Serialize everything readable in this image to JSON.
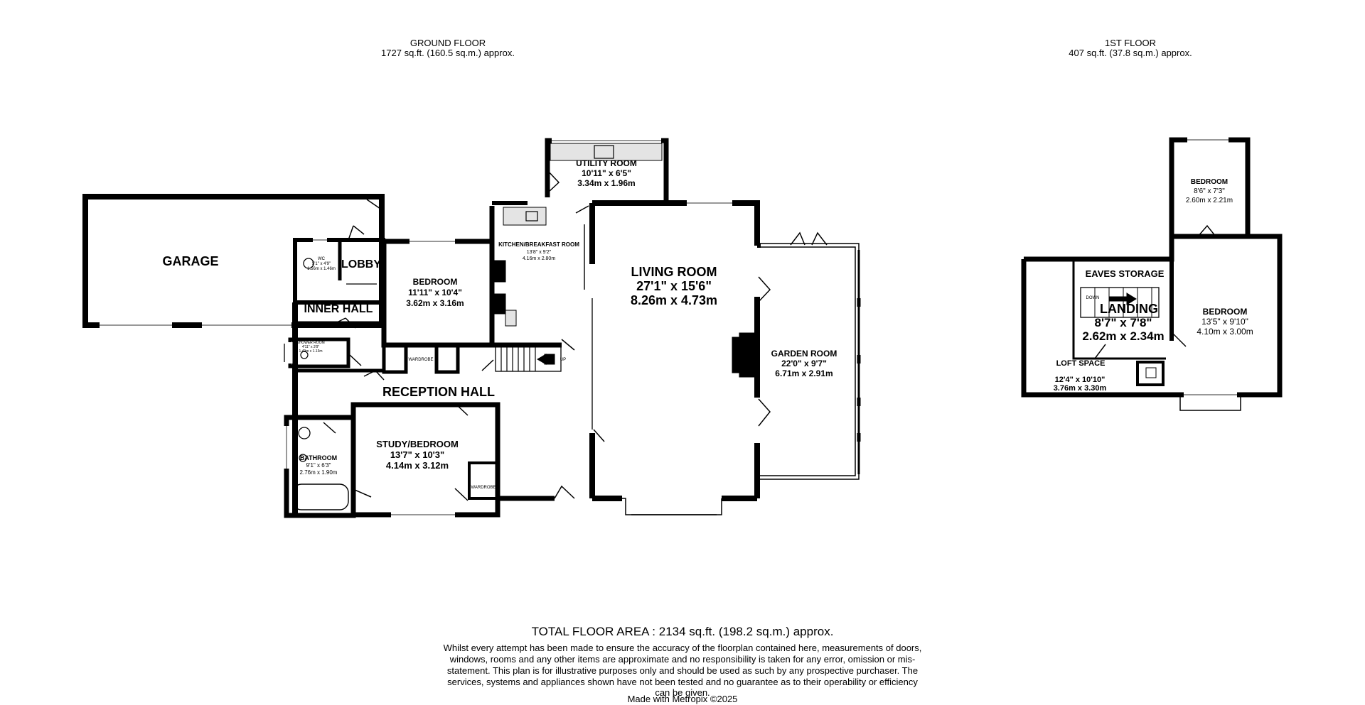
{
  "ground_floor": {
    "title": "GROUND FLOOR",
    "area": "1727 sq.ft. (160.5 sq.m.) approx.",
    "rooms": [
      {
        "id": "garage",
        "name": "GARAGE"
      },
      {
        "id": "lobby",
        "name": "LOBBY"
      },
      {
        "id": "wc",
        "name": "WC",
        "imperial": "5'1\" x 4'9\"",
        "metric": "1.56m x 1.46m"
      },
      {
        "id": "inner_hall",
        "name": "INNER HALL"
      },
      {
        "id": "shower_room",
        "name": "SHOWER ROOM",
        "imperial": "4'11\" x 3'9\"",
        "metric": "1.49m x 1.13m"
      },
      {
        "id": "bedroom1",
        "name": "BEDROOM",
        "imperial": "11'11\" x 10'4\"",
        "metric": "3.62m x 3.16m"
      },
      {
        "id": "wardrobe1",
        "name": "WARDROBE"
      },
      {
        "id": "kitchen",
        "name": "KITCHEN/BREAKFAST ROOM",
        "imperial": "13'8\" x 9'2\"",
        "metric": "4.16m x 2.80m"
      },
      {
        "id": "utility",
        "name": "UTILITY ROOM",
        "imperial": "10'11\" x 6'5\"",
        "metric": "3.34m x 1.96m"
      },
      {
        "id": "living",
        "name": "LIVING ROOM",
        "imperial": "27'1\" x 15'6\"",
        "metric": "8.26m x 4.73m"
      },
      {
        "id": "garden",
        "name": "GARDEN ROOM",
        "imperial": "22'0\" x 9'7\"",
        "metric": "6.71m x 2.91m"
      },
      {
        "id": "reception",
        "name": "RECEPTION HALL"
      },
      {
        "id": "study",
        "name": "STUDY/BEDROOM",
        "imperial": "13'7\" x 10'3\"",
        "metric": "4.14m x 3.12m"
      },
      {
        "id": "wardrobe2",
        "name": "WARDROBE"
      },
      {
        "id": "bathroom",
        "name": "BATHROOM",
        "imperial": "9'1\" x 6'3\"",
        "metric": "2.76m x 1.90m"
      }
    ],
    "stair_label": "UP"
  },
  "first_floor": {
    "title": "1ST FLOOR",
    "area": "407 sq.ft. (37.8 sq.m.) approx.",
    "rooms": [
      {
        "id": "bedroom2",
        "name": "BEDROOM",
        "imperial": "8'6\" x 7'3\"",
        "metric": "2.60m x 2.21m"
      },
      {
        "id": "eaves",
        "name": "EAVES STORAGE"
      },
      {
        "id": "landing",
        "name": "LANDING",
        "imperial": "8'7\" x 7'8\"",
        "metric": "2.62m x 2.34m"
      },
      {
        "id": "bedroom3",
        "name": "BEDROOM",
        "imperial": "13'5\" x 9'10\"",
        "metric": "4.10m x 3.00m"
      },
      {
        "id": "loft",
        "name": "LOFT SPACE",
        "imperial": "12'4\" x 10'10\"",
        "metric": "3.76m x 3.30m"
      }
    ],
    "stair_label": "DOWN"
  },
  "total_area": "TOTAL FLOOR AREA : 2134 sq.ft. (198.2 sq.m.) approx.",
  "disclaimer": "Whilst every attempt has been made to ensure the accuracy of the floorplan contained here, measurements of doors, windows, rooms and any other items are approximate and no responsibility is taken for any error, omission or mis-statement. This plan is for illustrative purposes only and should be used as such by any prospective purchaser. The services, systems and appliances shown have not been tested and no guarantee as to their operability or efficiency can be given.",
  "credit": "Made with Metropix ©2025",
  "colors": {
    "wall": "#000000",
    "window": "#ffffff",
    "counter": "#e4e4e4"
  }
}
